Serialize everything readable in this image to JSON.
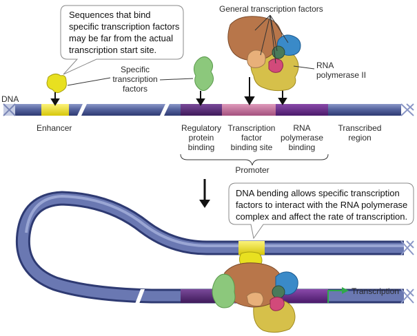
{
  "top_callout": {
    "line1": "Sequences that bind",
    "line2": "specific transcription factors",
    "line3": "may be far from the actual",
    "line4": "transcription start site."
  },
  "general_factors_label": "General transcription factors",
  "rna_pol_label": {
    "line1": "RNA",
    "line2": "polymerase II"
  },
  "specific_factors_label": {
    "line1": "Specific",
    "line2": "transcription",
    "line3": "factors"
  },
  "dna_label": "DNA",
  "enhancer_label": "Enhancer",
  "regions": {
    "regulatory": {
      "line1": "Regulatory",
      "line2": "protein",
      "line3": "binding"
    },
    "tf_site": {
      "line1": "Transcription",
      "line2": "factor",
      "line3": "binding site"
    },
    "polymerase": {
      "line1": "RNA",
      "line2": "polymerase",
      "line3": "binding"
    },
    "transcribed": {
      "line1": "Transcribed",
      "line2": "region"
    }
  },
  "promoter_label": "Promoter",
  "bottom_callout": {
    "line1": "DNA bending allows specific transcription",
    "line2": "factors to interact with the RNA polymerase",
    "line3": "complex and affect the rate of transcription."
  },
  "transcription_label": "Transcription",
  "colors": {
    "dna": "#4a5a9a",
    "enhancer": "#f0e020",
    "regulatory": "#5a2a7a",
    "tf_site": "#c06a9a",
    "polymerase": "#6a2a8a",
    "arrow": "#2fa84a"
  }
}
